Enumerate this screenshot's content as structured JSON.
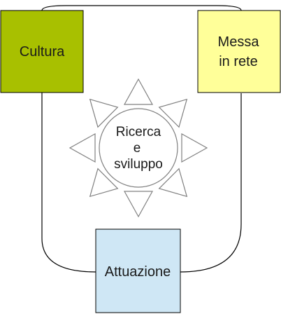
{
  "diagram": {
    "center": {
      "lines": [
        "Ricerca",
        "e",
        "sviluppo"
      ]
    },
    "boxes": {
      "cultura": {
        "label": "Cultura",
        "color": "#a8c000"
      },
      "messa_in_rete": {
        "lines": [
          "Messa",
          "in rete"
        ],
        "color": "#ffff99"
      },
      "attuazione": {
        "label": "Attuazione",
        "color": "#cfe7f5"
      }
    },
    "colors": {
      "stroke": "#000000",
      "ray_stroke": "#808080",
      "ray_fill": "#ffffff",
      "circle_stroke": "#808080"
    }
  }
}
